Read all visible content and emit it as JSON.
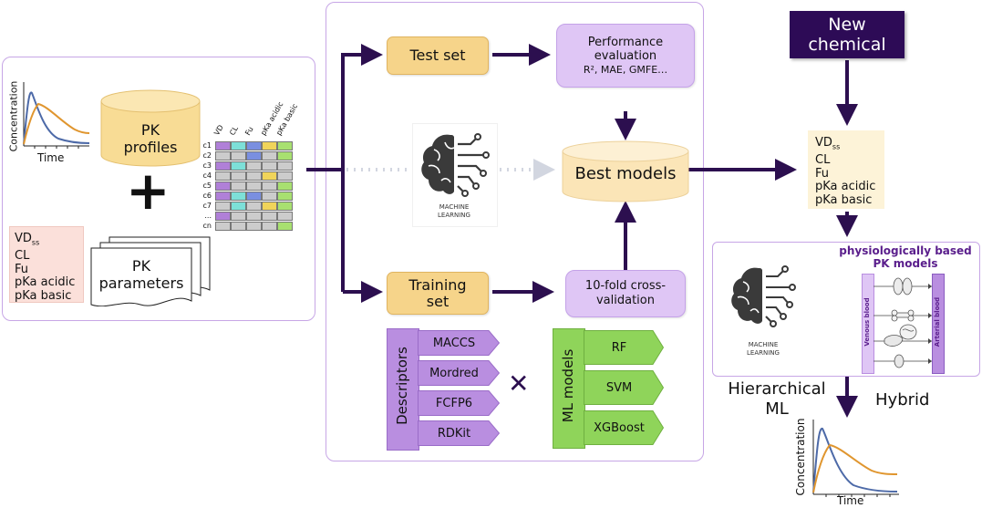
{
  "left_panel": {
    "curve_ylabel": "Concentration",
    "curve_xlabel": "Time",
    "pk_profiles_label": [
      "PK",
      "profiles"
    ],
    "plus_sign": "+",
    "pk_parameters_label": [
      "PK",
      "parameters"
    ],
    "param_list": [
      {
        "main": "VD",
        "sub": "ss"
      },
      {
        "main": "CL",
        "sub": ""
      },
      {
        "main": "Fu",
        "sub": ""
      },
      {
        "main": "pKa acidic",
        "sub": ""
      },
      {
        "main": "pKa basic",
        "sub": ""
      }
    ],
    "table_columns": [
      "VD",
      "CL",
      "Fu",
      "pKa acidic",
      "pKa basic"
    ],
    "table_rows": [
      "c1",
      "c2",
      "c3",
      "c4",
      "c5",
      "c6",
      "c7",
      "...",
      "cn"
    ],
    "table_colors": {
      "vd": "#b080d8",
      "cl": "#7de0d8",
      "fu": "#7a8fe0",
      "pka_acidic": "#f0d45a",
      "pka_basic": "#a8e070",
      "empty": "#cccccc"
    },
    "table_fills": [
      [
        "vd",
        "cl",
        "fu",
        "pka_acidic",
        "pka_basic"
      ],
      [
        "empty",
        "empty",
        "fu",
        "empty",
        "pka_basic"
      ],
      [
        "vd",
        "cl",
        "empty",
        "empty",
        "empty"
      ],
      [
        "empty",
        "empty",
        "empty",
        "pka_acidic",
        "empty"
      ],
      [
        "vd",
        "empty",
        "empty",
        "empty",
        "pka_basic"
      ],
      [
        "vd",
        "cl",
        "fu",
        "empty",
        "pka_basic"
      ],
      [
        "empty",
        "cl",
        "empty",
        "pka_acidic",
        "pka_basic"
      ],
      [
        "vd",
        "empty",
        "empty",
        "empty",
        "empty"
      ],
      [
        "empty",
        "empty",
        "empty",
        "empty",
        "pka_basic"
      ]
    ]
  },
  "center_panel": {
    "test_set": "Test set",
    "training_set": [
      "Training",
      "set"
    ],
    "performance_eval": [
      "Performance",
      "evaluation"
    ],
    "metrics": "R², MAE, GMFE…",
    "cross_validation": [
      "10-fold cross-",
      "validation"
    ],
    "best_models": "Best models",
    "ml_icon_text": [
      "MACHINE",
      "LEARNING"
    ],
    "descriptors_title": "Descriptors",
    "descriptors": [
      "MACCS",
      "Mordred",
      "FCFP6",
      "RDKit"
    ],
    "times_sign": "✕",
    "ml_models_title": "ML models",
    "ml_models": [
      "RF",
      "SVM",
      "XGBoost"
    ]
  },
  "right_panel": {
    "new_chemical": [
      "New",
      "chemical"
    ],
    "output_params": [
      {
        "main": "VD",
        "sub": "ss"
      },
      {
        "main": "CL",
        "sub": ""
      },
      {
        "main": "Fu",
        "sub": ""
      },
      {
        "main": "pKa acidic",
        "sub": ""
      },
      {
        "main": "pKa basic",
        "sub": ""
      }
    ],
    "ml_icon_text": [
      "MACHINE",
      "LEARNING"
    ],
    "pbpk_title": [
      "physiologically based",
      "PK models"
    ],
    "venous_blood": "Venous blood",
    "arterial_blood": "Arterial blood",
    "hierarchical_ml": [
      "Hierarchical",
      "ML"
    ],
    "hybrid": "Hybrid",
    "curve_ylabel": "Concentration",
    "curve_xlabel": "Time"
  },
  "colors": {
    "arrow": "#2c0f4f",
    "panel_border": "#c7a6e6",
    "yellow": "#f6d48a",
    "lavender": "#dfc6f5",
    "new_chemical_bg": "#2d0b56",
    "purple_chevron": "#b98ee0",
    "green_chevron": "#8fd45a",
    "curve_blue": "#4d6aa8",
    "curve_orange": "#e0962f"
  }
}
